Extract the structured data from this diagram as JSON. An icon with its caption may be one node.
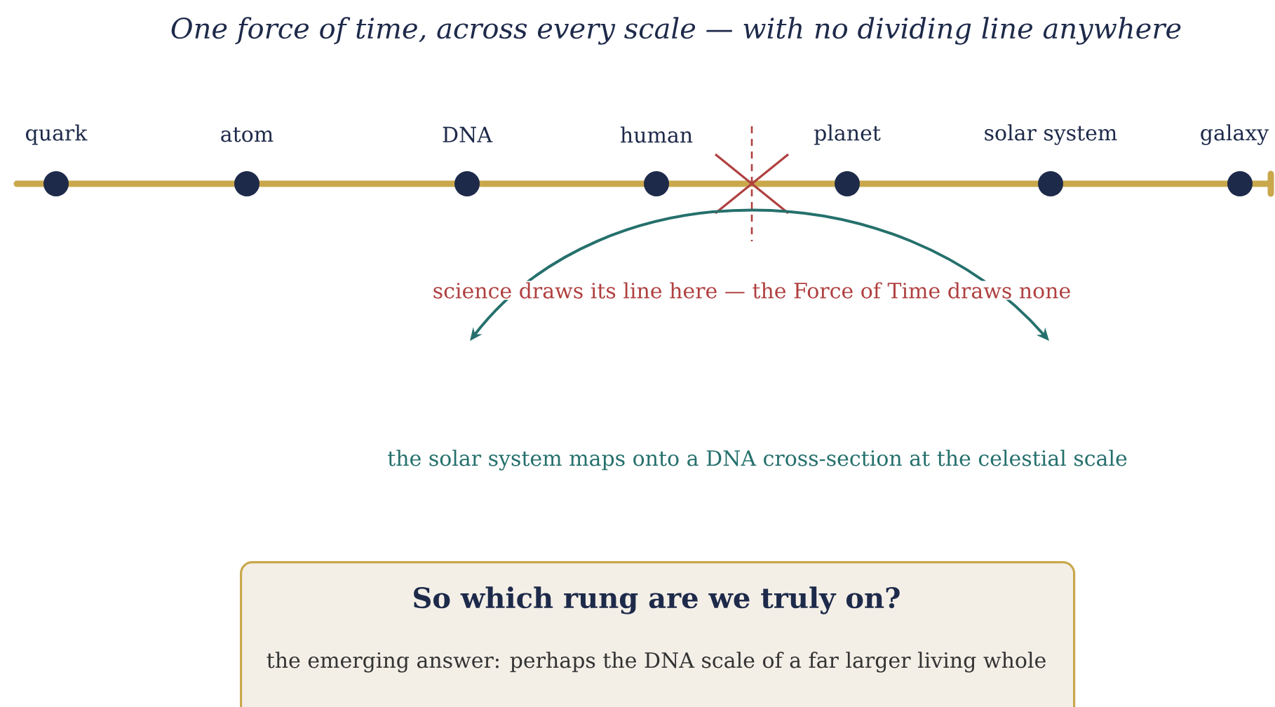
{
  "diagram": {
    "title": "One force of time, across every scale — with no dividing line anywhere",
    "nodes": [
      {
        "text": [
          "quark"
        ]
      },
      {
        "text": [
          "atom"
        ]
      },
      {
        "text": [
          "DNA"
        ]
      },
      {
        "text": [
          "human"
        ]
      },
      {
        "text": [
          "planet"
        ]
      },
      {
        "text": [
          "solar system"
        ]
      },
      {
        "text": [
          "galaxy"
        ]
      },
      {
        "text": [
          "So which rung are we truly on?",
          "the emerging answer: perhaps the DNA scale of a far larger living whole"
        ]
      }
    ],
    "labels": [
      "science draws its line here — the Force of Time draws none",
      "the solar system maps onto a DNA cross-section at the celestial scale"
    ]
  }
}
